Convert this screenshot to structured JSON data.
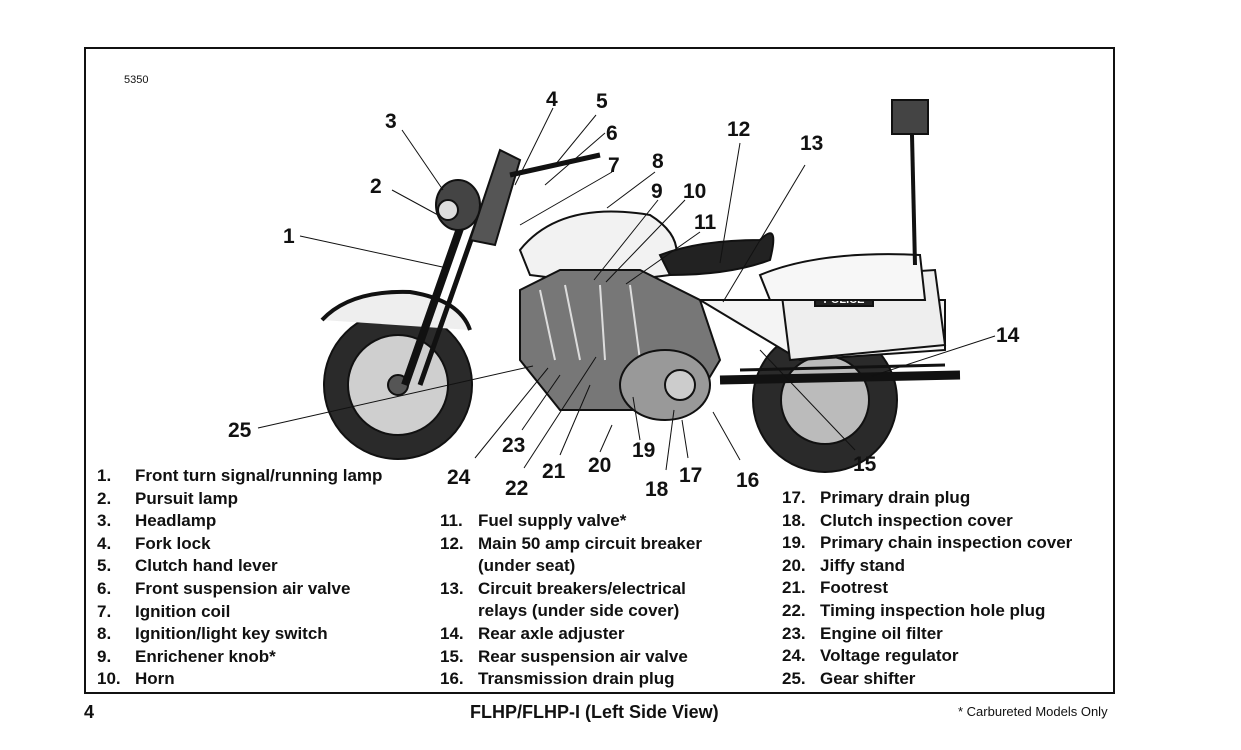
{
  "figure_number": "5350",
  "callout_numbers": [
    "1",
    "2",
    "3",
    "4",
    "5",
    "6",
    "7",
    "8",
    "9",
    "10",
    "11",
    "12",
    "13",
    "14",
    "15",
    "16",
    "17",
    "18",
    "19",
    "20",
    "21",
    "22",
    "23",
    "24",
    "25"
  ],
  "police_plate": "POLICE",
  "legend": {
    "col1": [
      {
        "num": "1.",
        "text": "Front turn signal/running lamp"
      },
      {
        "num": "2.",
        "text": "Pursuit lamp"
      },
      {
        "num": "3.",
        "text": "Headlamp"
      },
      {
        "num": "4.",
        "text": "Fork lock"
      },
      {
        "num": "5.",
        "text": "Clutch hand lever"
      },
      {
        "num": "6.",
        "text": "Front suspension air valve"
      },
      {
        "num": "7.",
        "text": "Ignition coil"
      },
      {
        "num": "8.",
        "text": "Ignition/light key switch"
      },
      {
        "num": "9.",
        "text": "Enrichener knob*"
      },
      {
        "num": "10.",
        "text": "Horn"
      }
    ],
    "col2": [
      {
        "num": "11.",
        "text": "Fuel supply valve*"
      },
      {
        "num": "12.",
        "text": "Main 50 amp circuit breaker",
        "cont": "(under seat)"
      },
      {
        "num": "13.",
        "text": "Circuit breakers/electrical",
        "cont": "relays (under side cover)"
      },
      {
        "num": "14.",
        "text": "Rear axle adjuster"
      },
      {
        "num": "15.",
        "text": "Rear suspension air valve"
      },
      {
        "num": "16.",
        "text": "Transmission drain plug"
      }
    ],
    "col3": [
      {
        "num": "17.",
        "text": "Primary drain plug"
      },
      {
        "num": "18.",
        "text": "Clutch inspection cover"
      },
      {
        "num": "19.",
        "text": "Primary chain inspection cover"
      },
      {
        "num": "20.",
        "text": "Jiffy stand"
      },
      {
        "num": "21.",
        "text": "Footrest"
      },
      {
        "num": "22.",
        "text": "Timing inspection hole plug"
      },
      {
        "num": "23.",
        "text": "Engine oil filter"
      },
      {
        "num": "24.",
        "text": "Voltage regulator"
      },
      {
        "num": "25.",
        "text": "Gear shifter"
      }
    ]
  },
  "footer": {
    "page_number": "4",
    "title": "FLHP/FLHP-I (Left Side View)",
    "footnote": "* Carbureted Models Only"
  }
}
